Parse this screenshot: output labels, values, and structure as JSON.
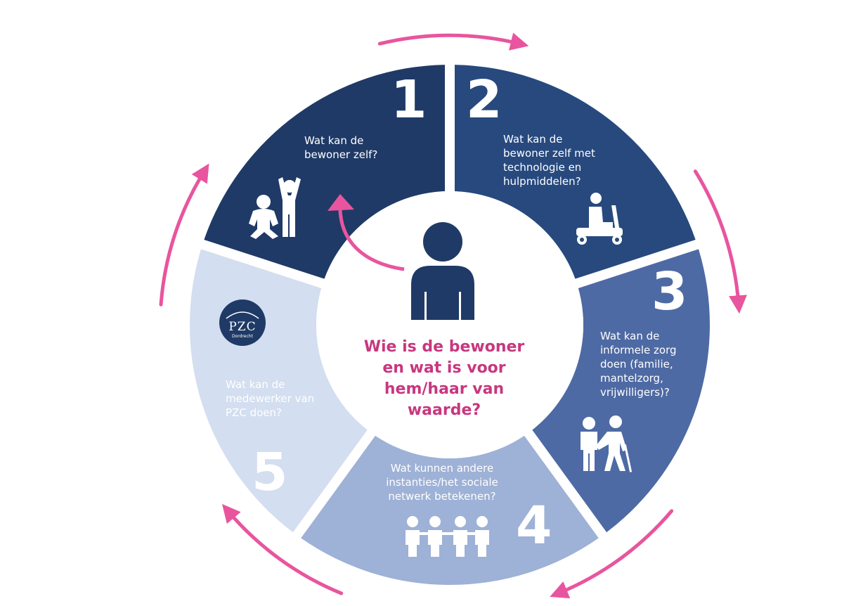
{
  "colors": {
    "segment_1": "#1f3a66",
    "segment_2": "#27497e",
    "segment_3": "#4e6aa4",
    "segment_4": "#9eb1d6",
    "segment_5": "#d3def0",
    "center": "#ffffff",
    "accent": "#c8377f",
    "arrow": "#e8559e"
  },
  "segments": [
    {
      "number": "1",
      "question_lines": [
        "Wat kan de",
        "bewoner zelf?"
      ],
      "icon": "adult-and-child-icon"
    },
    {
      "number": "2",
      "question_lines": [
        "Wat kan de",
        "bewoner zelf met",
        "technologie en",
        "hulpmiddelen?"
      ],
      "icon": "mobility-scooter-icon"
    },
    {
      "number": "3",
      "question_lines": [
        "Wat kan de",
        "informele zorg",
        "doen (familie,",
        "mantelzorg,",
        "vrijwilligers)?"
      ],
      "icon": "caregiver-elderly-icon"
    },
    {
      "number": "4",
      "question_lines": [
        "Wat kunnen andere",
        "instanties/het sociale",
        "netwerk betekenen?"
      ],
      "icon": "group-network-icon"
    },
    {
      "number": "5",
      "question_lines": [
        "Wat kan de",
        "medewerker van",
        "PZC doen?"
      ],
      "icon": "pzc-logo"
    }
  ],
  "center": {
    "title_lines": [
      "Wie is de bewoner",
      "en wat is voor",
      "hem/haar van",
      "waarde?"
    ],
    "icon": "person-icon"
  },
  "logo": {
    "name": "PZC",
    "subtitle": "Dordrecht"
  }
}
